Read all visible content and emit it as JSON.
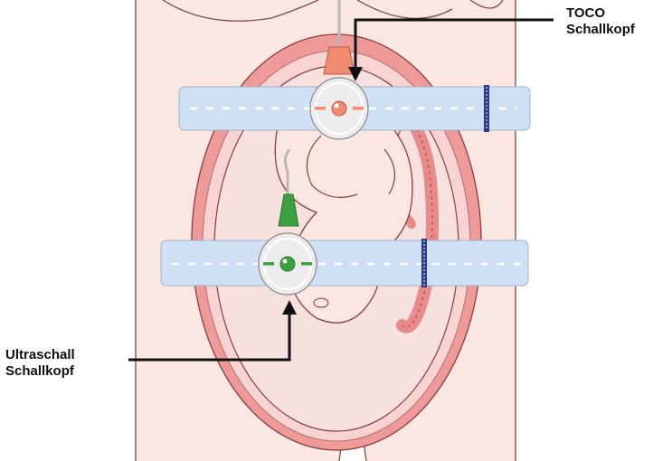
{
  "labels": {
    "toco": {
      "line1": "TOCO",
      "line2": "Schallkopf"
    },
    "ultrasound": {
      "line1": "Ultraschall",
      "line2": "Schallkopf"
    }
  },
  "colors": {
    "skin": "#fbe6e0",
    "uterus_wall": "#e88a8a",
    "fetus_outline": "#8a3c3c",
    "belt": "#cfe0f5",
    "toco_probe": "#f08a70",
    "ultrasound_probe": "#3aa040",
    "belt_clasp": "#2b3c8a"
  },
  "icons": {
    "toco_probe": "toco-transducer-icon",
    "ultrasound_probe": "ultrasound-transducer-icon"
  }
}
